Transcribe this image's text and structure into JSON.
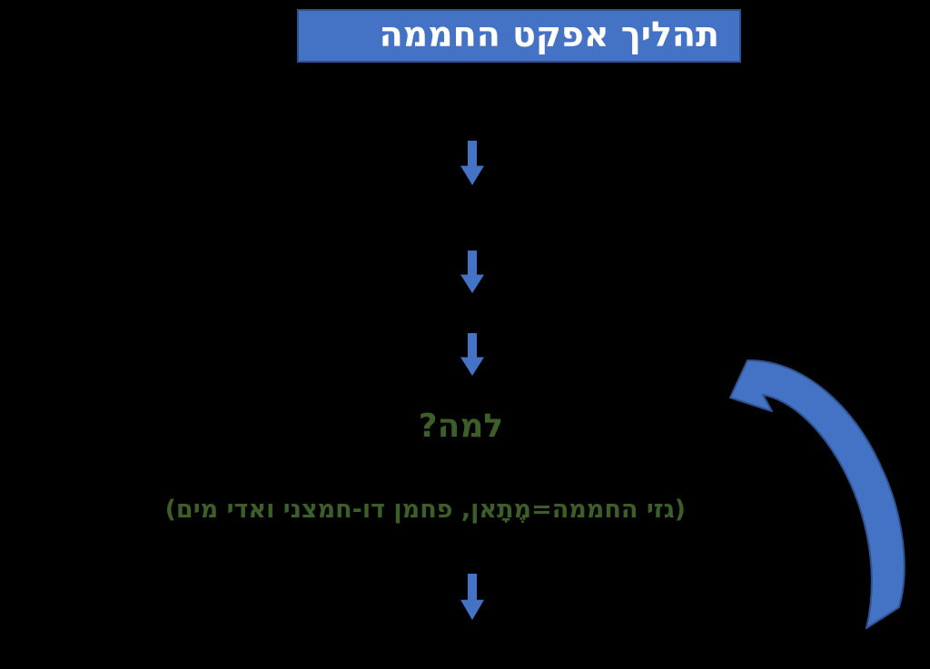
{
  "diagram": {
    "title": "תהליך אפקט החממה",
    "why_label": "למה?",
    "gases_note": "(גזי החממה=מֶתָאן, פחמן דו-חמצני ואדי מים)"
  },
  "icons": {
    "down_arrow": "down-arrow-icon",
    "curved_arrow": "curved-return-arrow-icon"
  },
  "colors": {
    "background": "#000000",
    "accent_blue": "#4472C4",
    "dark_blue_border": "#2F528F",
    "text_green": "#3D5E28",
    "title_text": "#FFFFFF"
  }
}
